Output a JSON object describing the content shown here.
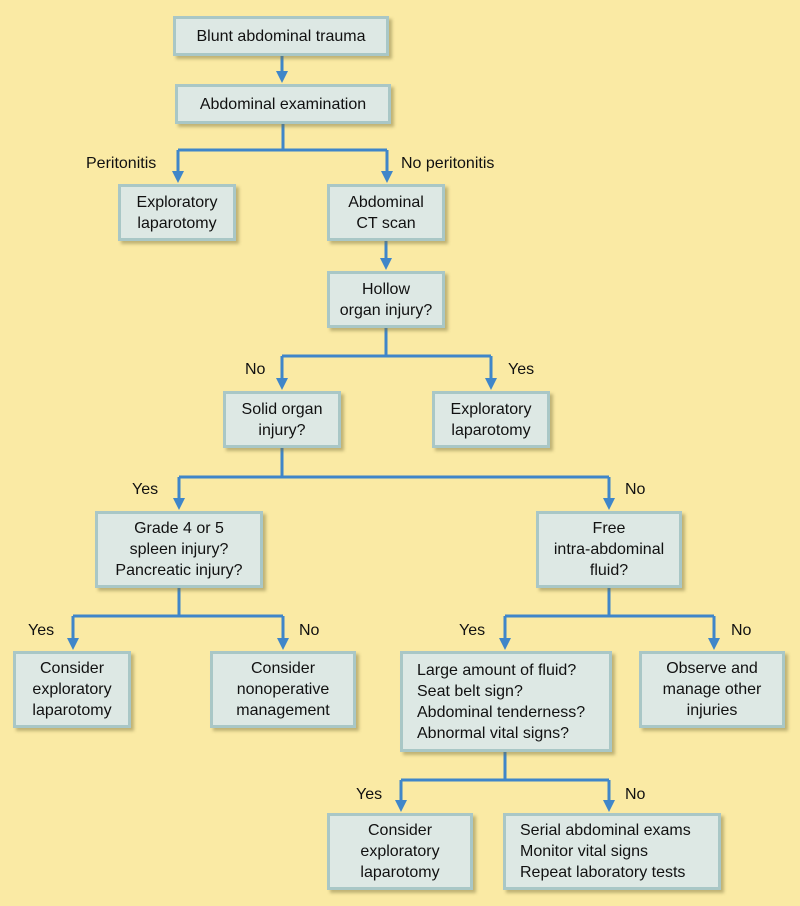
{
  "nodes": {
    "start": [
      "Blunt abdominal trauma"
    ],
    "exam": [
      "Abdominal examination"
    ],
    "lap1": [
      "Exploratory",
      "laparotomy"
    ],
    "ct": [
      "Abdominal",
      "CT scan"
    ],
    "hollow": [
      "Hollow",
      "organ injury?"
    ],
    "solid": [
      "Solid organ",
      "injury?"
    ],
    "lap2": [
      "Exploratory",
      "laparotomy"
    ],
    "grade": [
      "Grade 4 or 5",
      "spleen injury?",
      "Pancreatic injury?"
    ],
    "fluid": [
      "Free",
      "intra-abdominal",
      "fluid?"
    ],
    "consider1": [
      "Consider",
      "exploratory",
      "laparotomy"
    ],
    "nonop": [
      "Consider",
      "nonoperative",
      "management"
    ],
    "large": [
      "Large amount of fluid?",
      "Seat belt sign?",
      "Abdominal tenderness?",
      "Abnormal vital signs?"
    ],
    "observe": [
      "Observe and",
      "manage other",
      "injuries"
    ],
    "consider2": [
      "Consider",
      "exploratory",
      "laparotomy"
    ],
    "serial": [
      "Serial abdominal exams",
      "Monitor vital signs",
      "Repeat laboratory tests"
    ]
  },
  "edge_labels": {
    "peritonitis": "Peritonitis",
    "no_peritonitis": "No peritonitis",
    "hollow_no": "No",
    "hollow_yes": "Yes",
    "solid_yes": "Yes",
    "solid_no": "No",
    "grade_yes": "Yes",
    "grade_no": "No",
    "fluid_yes": "Yes",
    "fluid_no": "No",
    "large_yes": "Yes",
    "large_no": "No"
  },
  "colors": {
    "background": "#faeaa4",
    "box_fill": "#dde8e4",
    "box_border": "#a9c7c6",
    "connector": "#3f86c9"
  }
}
